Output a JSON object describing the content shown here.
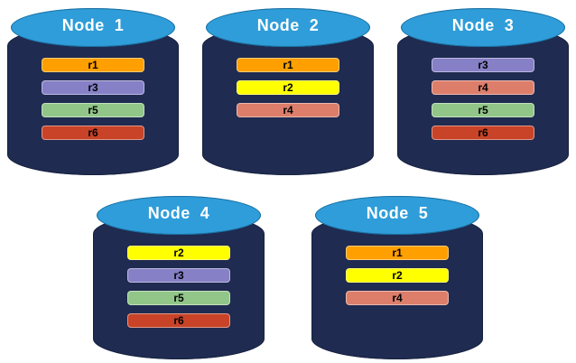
{
  "page": {
    "background": "#FFFFFF"
  },
  "palette": {
    "cylinder_body": "#1F2B50",
    "cylinder_top": "#2F9DD9",
    "title_text": "#FFFFFF",
    "bar_text": "#000000",
    "replica_colors": {
      "r1": "#FFA000",
      "r2": "#FFFF00",
      "r3": "#8680C6",
      "r4": "#DD7E6B",
      "r5": "#92C689",
      "r6": "#C84327"
    }
  },
  "nodes": [
    {
      "id": "node-1",
      "label": "Node  1",
      "replicas": [
        {
          "label": "r1",
          "color": "#FFA000"
        },
        {
          "label": "r3",
          "color": "#8680C6"
        },
        {
          "label": "r5",
          "color": "#92C689"
        },
        {
          "label": "r6",
          "color": "#C84327"
        }
      ]
    },
    {
      "id": "node-2",
      "label": "Node  2",
      "replicas": [
        {
          "label": "r1",
          "color": "#FFA000"
        },
        {
          "label": "r2",
          "color": "#FFFF00"
        },
        {
          "label": "r4",
          "color": "#DD7E6B"
        }
      ]
    },
    {
      "id": "node-3",
      "label": "Node  3",
      "replicas": [
        {
          "label": "r3",
          "color": "#8680C6"
        },
        {
          "label": "r4",
          "color": "#DD7E6B"
        },
        {
          "label": "r5",
          "color": "#92C689"
        },
        {
          "label": "r6",
          "color": "#C84327"
        }
      ]
    },
    {
      "id": "node-4",
      "label": "Node  4",
      "replicas": [
        {
          "label": "r2",
          "color": "#FFFF00"
        },
        {
          "label": "r3",
          "color": "#8680C6"
        },
        {
          "label": "r5",
          "color": "#92C689"
        },
        {
          "label": "r6",
          "color": "#C84327"
        }
      ]
    },
    {
      "id": "node-5",
      "label": "Node  5",
      "replicas": [
        {
          "label": "r1",
          "color": "#FFA000"
        },
        {
          "label": "r2",
          "color": "#FFFF00"
        },
        {
          "label": "r4",
          "color": "#DD7E6B"
        }
      ]
    }
  ]
}
